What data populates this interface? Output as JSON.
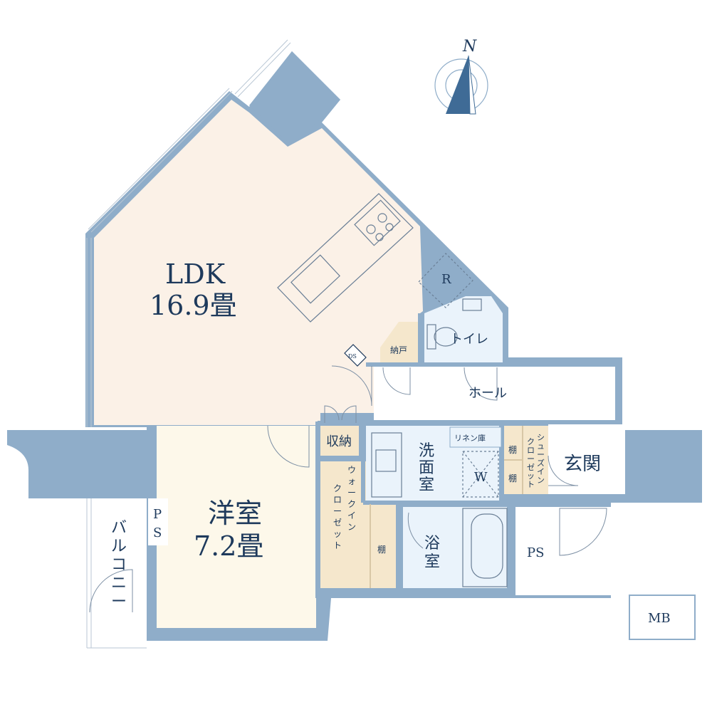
{
  "colors": {
    "wall": "#8fadc9",
    "ldk_floor": "#fbf1e7",
    "bedroom_floor": "#fdf8ea",
    "wet_floor": "#eaf3fb",
    "storage_floor": "#f5e7cc",
    "label": "#1e3a5c",
    "line": "#6a7f96"
  },
  "compass": {
    "north": "N"
  },
  "rooms": {
    "ldk": {
      "name": "LDK",
      "size": "16.9畳"
    },
    "bedroom": {
      "name": "洋室",
      "size": "7.2畳"
    },
    "toilet": "トイレ",
    "hall": "ホール",
    "entrance": "玄関",
    "washroom_lines": [
      "洗",
      "面",
      "室"
    ],
    "bath_lines": [
      "浴",
      "室"
    ],
    "balcony_lines": [
      "バ",
      "ル",
      "コ",
      "ニ",
      "ー"
    ],
    "storage": "収納",
    "closet_small": "納戸",
    "walkin_col1": [
      "ウ",
      "ォ",
      "ー",
      "ク",
      "イ",
      "ン"
    ],
    "walkin_col2": [
      "ク",
      "ロ",
      "ー",
      "ゼ",
      "ッ",
      "ト"
    ],
    "walkin_shelf": "棚",
    "shoe_col1": [
      "シ",
      "ュ",
      "ー",
      "ズ",
      "イ",
      "ン"
    ],
    "shoe_col2": [
      "ク",
      "ロ",
      "ー",
      "ゼ",
      "ッ",
      "ト"
    ],
    "shoe_shelf": "棚",
    "linen": "リネン庫",
    "fridge": "R",
    "washer": "W",
    "ps": "PS",
    "ps_small": [
      "P",
      "S"
    ],
    "mb": "MB",
    "dk": "DS"
  }
}
